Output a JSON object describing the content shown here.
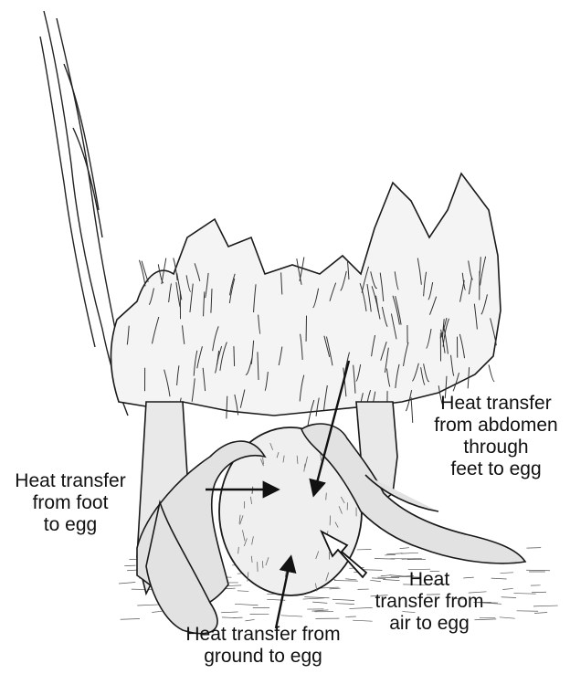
{
  "labels": {
    "abdomen": [
      "Heat transfer",
      "from abdomen",
      "through",
      "feet to egg"
    ],
    "foot": [
      "Heat transfer",
      "from foot",
      "to egg"
    ],
    "air": [
      "Heat",
      "transfer from",
      "air to egg"
    ],
    "ground": [
      "Heat transfer from",
      "ground to egg"
    ]
  },
  "colors": {
    "ink": "#111111",
    "hatch": "#555555",
    "background": "#ffffff",
    "air_arrow_fill": "#ffffff"
  }
}
